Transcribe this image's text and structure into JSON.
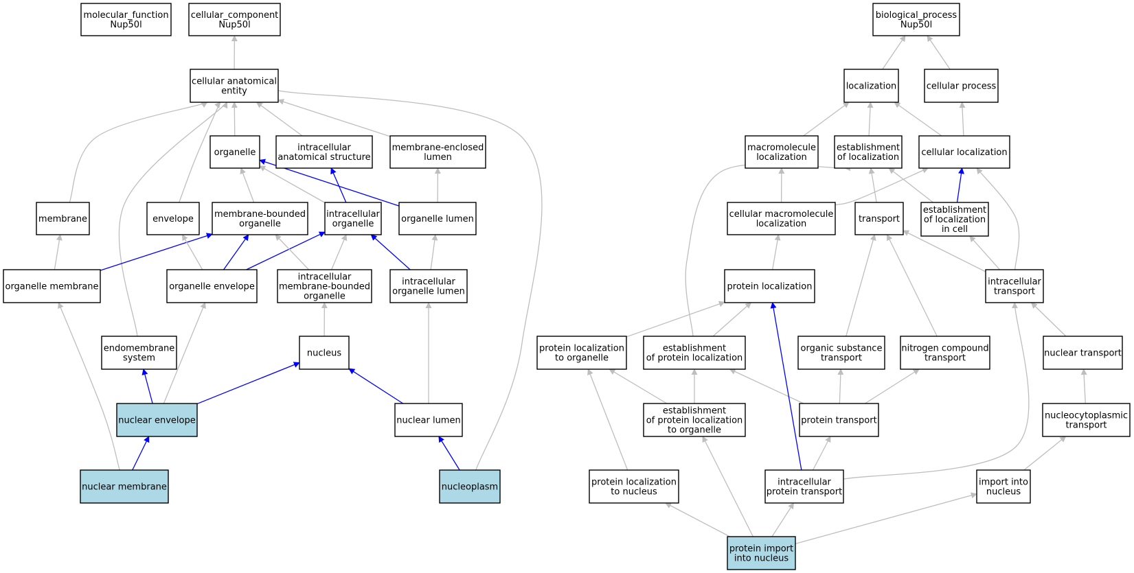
{
  "colors": {
    "highlight_fill": "#add8e6",
    "default_fill": "#ffffff",
    "gray_edge": "#bebebe",
    "blue_edge": "#0000ff"
  },
  "nodes": {
    "mf": {
      "lines": [
        "molecular_function",
        "Nup50l"
      ],
      "highlight": false
    },
    "cc": {
      "lines": [
        "cellular_component",
        "Nup50l"
      ],
      "highlight": false
    },
    "cae": {
      "lines": [
        "cellular anatomical",
        "entity"
      ],
      "highlight": false
    },
    "organelle": {
      "lines": [
        "organelle"
      ],
      "highlight": false
    },
    "ias": {
      "lines": [
        "intracellular",
        "anatomical structure"
      ],
      "highlight": false
    },
    "mel": {
      "lines": [
        "membrane-enclosed",
        "lumen"
      ],
      "highlight": false
    },
    "membrane": {
      "lines": [
        "membrane"
      ],
      "highlight": false
    },
    "envelope": {
      "lines": [
        "envelope"
      ],
      "highlight": false
    },
    "mbo": {
      "lines": [
        "membrane-bounded",
        "organelle"
      ],
      "highlight": false
    },
    "io": {
      "lines": [
        "intracellular",
        "organelle"
      ],
      "highlight": false
    },
    "ol": {
      "lines": [
        "organelle lumen"
      ],
      "highlight": false
    },
    "om": {
      "lines": [
        "organelle membrane"
      ],
      "highlight": false
    },
    "oe": {
      "lines": [
        "organelle envelope"
      ],
      "highlight": false
    },
    "imbo": {
      "lines": [
        "intracellular",
        "membrane-bounded",
        "organelle"
      ],
      "highlight": false
    },
    "iol": {
      "lines": [
        "intracellular",
        "organelle lumen"
      ],
      "highlight": false
    },
    "es": {
      "lines": [
        "endomembrane",
        "system"
      ],
      "highlight": false
    },
    "nucleus": {
      "lines": [
        "nucleus"
      ],
      "highlight": false
    },
    "ne": {
      "lines": [
        "nuclear envelope"
      ],
      "highlight": true
    },
    "nl": {
      "lines": [
        "nuclear lumen"
      ],
      "highlight": false
    },
    "nm": {
      "lines": [
        "nuclear membrane"
      ],
      "highlight": true
    },
    "np": {
      "lines": [
        "nucleoplasm"
      ],
      "highlight": true
    },
    "bp": {
      "lines": [
        "biological_process",
        "Nup50l"
      ],
      "highlight": false
    },
    "loc": {
      "lines": [
        "localization"
      ],
      "highlight": false
    },
    "cp": {
      "lines": [
        "cellular process"
      ],
      "highlight": false
    },
    "ml": {
      "lines": [
        "macromolecule",
        "localization"
      ],
      "highlight": false
    },
    "eol": {
      "lines": [
        "establishment",
        "of localization"
      ],
      "highlight": false
    },
    "cl": {
      "lines": [
        "cellular localization"
      ],
      "highlight": false
    },
    "cml": {
      "lines": [
        "cellular macromolecule",
        "localization"
      ],
      "highlight": false
    },
    "tr": {
      "lines": [
        "transport"
      ],
      "highlight": false
    },
    "elc": {
      "lines": [
        "establishment",
        "of localization",
        "in cell"
      ],
      "highlight": false
    },
    "pl": {
      "lines": [
        "protein localization"
      ],
      "highlight": false
    },
    "it": {
      "lines": [
        "intracellular",
        "transport"
      ],
      "highlight": false
    },
    "plo": {
      "lines": [
        "protein localization",
        "to organelle"
      ],
      "highlight": false
    },
    "epl": {
      "lines": [
        "establishment",
        "of protein localization"
      ],
      "highlight": false
    },
    "ost": {
      "lines": [
        "organic substance",
        "transport"
      ],
      "highlight": false
    },
    "nct": {
      "lines": [
        "nitrogen compound",
        "transport"
      ],
      "highlight": false
    },
    "nt": {
      "lines": [
        "nuclear transport"
      ],
      "highlight": false
    },
    "eplo": {
      "lines": [
        "establishment",
        "of protein localization",
        "to organelle"
      ],
      "highlight": false
    },
    "pt": {
      "lines": [
        "protein transport"
      ],
      "highlight": false
    },
    "nct2": {
      "lines": [
        "nucleocytoplasmic",
        "transport"
      ],
      "highlight": false
    },
    "pln": {
      "lines": [
        "protein localization",
        "to nucleus"
      ],
      "highlight": false
    },
    "ipt": {
      "lines": [
        "intracellular",
        "protein transport"
      ],
      "highlight": false
    },
    "iin": {
      "lines": [
        "import into",
        "nucleus"
      ],
      "highlight": false
    },
    "pin": {
      "lines": [
        "protein import",
        "into nucleus"
      ],
      "highlight": true
    }
  },
  "edges": [
    {
      "from": "cae",
      "to": "cc",
      "color": "gray"
    },
    {
      "from": "organelle",
      "to": "cae",
      "color": "gray"
    },
    {
      "from": "ias",
      "to": "cae",
      "color": "gray"
    },
    {
      "from": "mel",
      "to": "cae",
      "color": "gray"
    },
    {
      "from": "membrane",
      "to": "cae",
      "color": "gray"
    },
    {
      "from": "envelope",
      "to": "cae",
      "color": "gray"
    },
    {
      "from": "es",
      "to": "cae",
      "color": "gray"
    },
    {
      "from": "np",
      "to": "cae",
      "color": "gray"
    },
    {
      "from": "mbo",
      "to": "organelle",
      "color": "gray"
    },
    {
      "from": "io",
      "to": "organelle",
      "color": "gray"
    },
    {
      "from": "ol",
      "to": "organelle",
      "color": "blue"
    },
    {
      "from": "io",
      "to": "ias",
      "color": "blue"
    },
    {
      "from": "ol",
      "to": "mel",
      "color": "gray"
    },
    {
      "from": "om",
      "to": "membrane",
      "color": "gray"
    },
    {
      "from": "om",
      "to": "mbo",
      "color": "blue"
    },
    {
      "from": "oe",
      "to": "envelope",
      "color": "gray"
    },
    {
      "from": "oe",
      "to": "mbo",
      "color": "blue"
    },
    {
      "from": "oe",
      "to": "io",
      "color": "blue"
    },
    {
      "from": "imbo",
      "to": "mbo",
      "color": "gray"
    },
    {
      "from": "imbo",
      "to": "io",
      "color": "gray"
    },
    {
      "from": "iol",
      "to": "io",
      "color": "blue"
    },
    {
      "from": "iol",
      "to": "ol",
      "color": "gray"
    },
    {
      "from": "nucleus",
      "to": "imbo",
      "color": "gray"
    },
    {
      "from": "ne",
      "to": "es",
      "color": "blue"
    },
    {
      "from": "ne",
      "to": "oe",
      "color": "gray"
    },
    {
      "from": "ne",
      "to": "nucleus",
      "color": "blue"
    },
    {
      "from": "nl",
      "to": "nucleus",
      "color": "blue"
    },
    {
      "from": "nl",
      "to": "iol",
      "color": "gray"
    },
    {
      "from": "nm",
      "to": "ne",
      "color": "blue"
    },
    {
      "from": "nm",
      "to": "om",
      "color": "gray"
    },
    {
      "from": "np",
      "to": "nl",
      "color": "blue"
    },
    {
      "from": "loc",
      "to": "bp",
      "color": "gray"
    },
    {
      "from": "cp",
      "to": "bp",
      "color": "gray"
    },
    {
      "from": "ml",
      "to": "loc",
      "color": "gray"
    },
    {
      "from": "eol",
      "to": "loc",
      "color": "gray"
    },
    {
      "from": "cl",
      "to": "loc",
      "color": "gray"
    },
    {
      "from": "cl",
      "to": "cp",
      "color": "gray"
    },
    {
      "from": "cml",
      "to": "ml",
      "color": "gray"
    },
    {
      "from": "cml",
      "to": "cl",
      "color": "gray"
    },
    {
      "from": "tr",
      "to": "eol",
      "color": "gray"
    },
    {
      "from": "elc",
      "to": "eol",
      "color": "gray"
    },
    {
      "from": "elc",
      "to": "cl",
      "color": "blue"
    },
    {
      "from": "pl",
      "to": "cml",
      "color": "gray"
    },
    {
      "from": "it",
      "to": "tr",
      "color": "gray"
    },
    {
      "from": "it",
      "to": "elc",
      "color": "gray"
    },
    {
      "from": "it",
      "to": "cl",
      "color": "gray"
    },
    {
      "from": "plo",
      "to": "pl",
      "color": "gray"
    },
    {
      "from": "epl",
      "to": "pl",
      "color": "gray"
    },
    {
      "from": "epl",
      "to": "eol",
      "color": "gray"
    },
    {
      "from": "ost",
      "to": "tr",
      "color": "gray"
    },
    {
      "from": "nct",
      "to": "tr",
      "color": "gray"
    },
    {
      "from": "nt",
      "to": "it",
      "color": "gray"
    },
    {
      "from": "eplo",
      "to": "plo",
      "color": "gray"
    },
    {
      "from": "eplo",
      "to": "epl",
      "color": "gray"
    },
    {
      "from": "pt",
      "to": "epl",
      "color": "gray"
    },
    {
      "from": "pt",
      "to": "ost",
      "color": "gray"
    },
    {
      "from": "pt",
      "to": "nct",
      "color": "gray"
    },
    {
      "from": "nct2",
      "to": "nt",
      "color": "gray"
    },
    {
      "from": "pln",
      "to": "plo",
      "color": "gray"
    },
    {
      "from": "ipt",
      "to": "pl",
      "color": "blue"
    },
    {
      "from": "ipt",
      "to": "pt",
      "color": "gray"
    },
    {
      "from": "ipt",
      "to": "it",
      "color": "gray"
    },
    {
      "from": "iin",
      "to": "nct2",
      "color": "gray"
    },
    {
      "from": "pin",
      "to": "pln",
      "color": "gray"
    },
    {
      "from": "pin",
      "to": "eplo",
      "color": "gray"
    },
    {
      "from": "pin",
      "to": "ipt",
      "color": "gray"
    },
    {
      "from": "pin",
      "to": "iin",
      "color": "gray"
    }
  ]
}
